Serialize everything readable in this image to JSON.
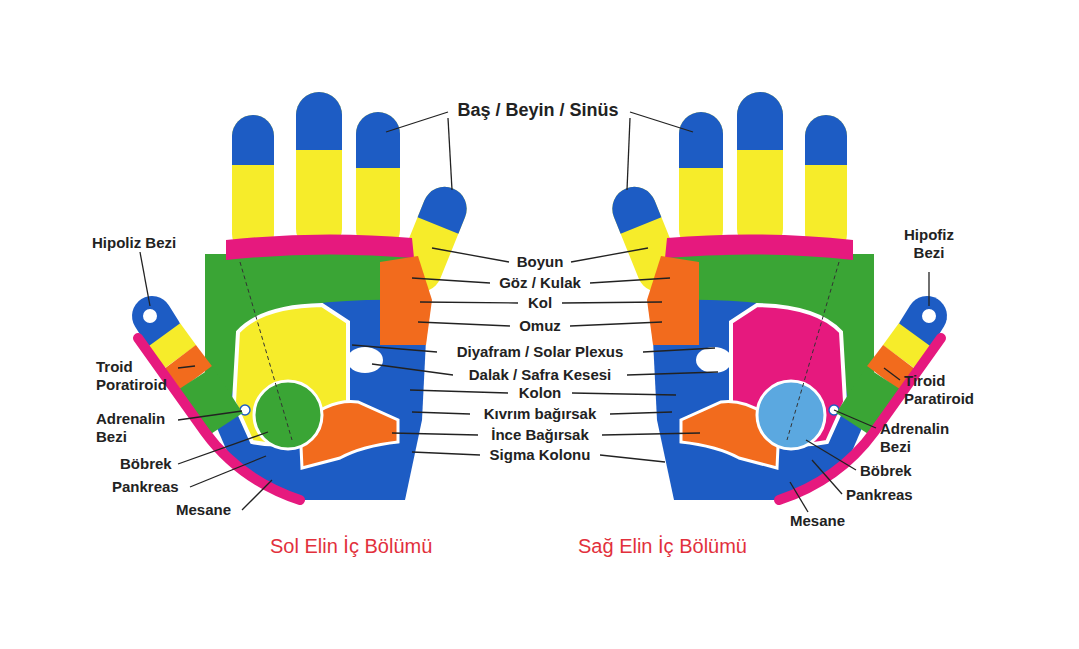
{
  "diagram": {
    "labels": [
      "Baş / Beyin / Sinüs",
      "Hipoliz Bezi",
      "Troid Poratiroid",
      "Adrenalin Bezi",
      "Böbrek",
      "Pankreas",
      "Mesane",
      "Boyun",
      "Göz / Kulak",
      "Kol",
      "Omuz",
      "Diyafram / Solar Plexus",
      "Dalak / Safra Kesesi",
      "Kolon",
      "Kıvrım bağırsak",
      "İnce Bağırsak",
      "Sigma Kolonu",
      "Hipofiz Bezi",
      "Tiroid Paratiroid",
      "Adrenalin Bezi",
      "Böbrek",
      "Pankreas",
      "Mesane",
      "Sol Elin İç Bölümü",
      "Sağ Elin İç Bölümü"
    ]
  }
}
